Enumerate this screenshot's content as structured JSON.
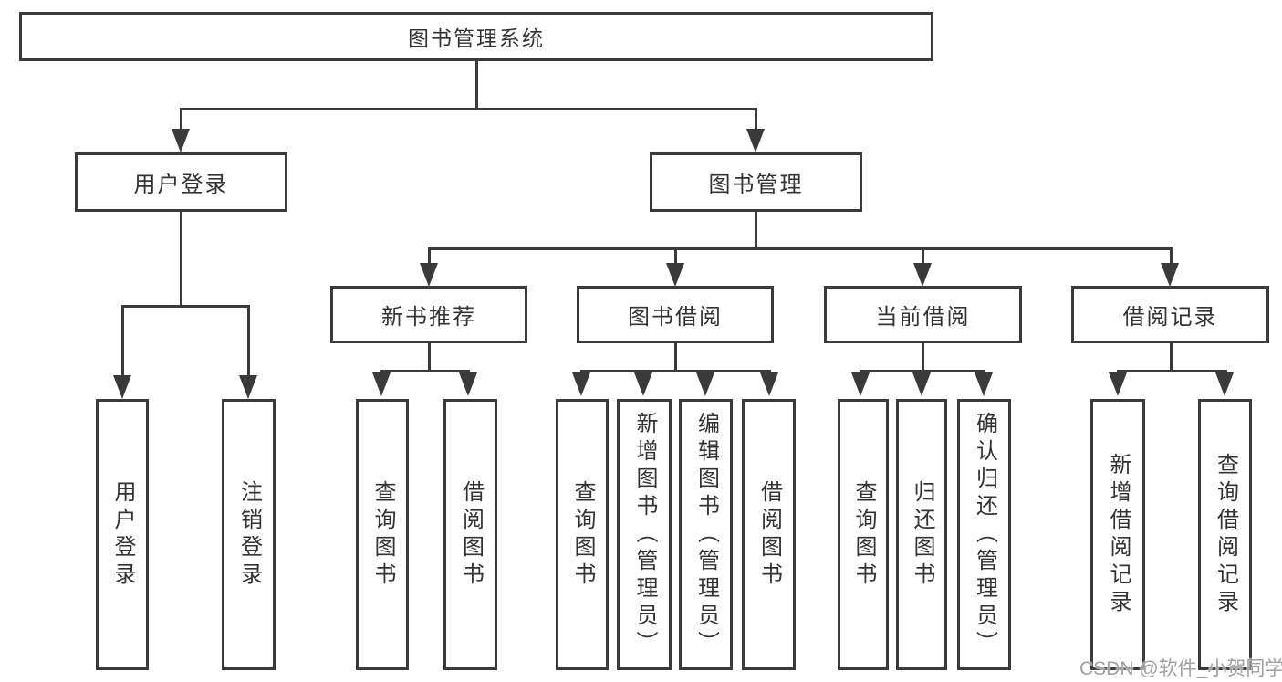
{
  "diagram": {
    "root": {
      "label": "图书管理系统"
    },
    "level2": [
      {
        "label": "用户登录"
      },
      {
        "label": "图书管理"
      }
    ],
    "level3": [
      {
        "label": "新书推荐"
      },
      {
        "label": "图书借阅"
      },
      {
        "label": "当前借阅"
      },
      {
        "label": "借阅记录"
      }
    ],
    "leaves": [
      {
        "label": "用户登录"
      },
      {
        "label": "注销登录"
      },
      {
        "label": "查询图书"
      },
      {
        "label": "借阅图书"
      },
      {
        "label": "查询图书"
      },
      {
        "label": "新增图书（管理员）"
      },
      {
        "label": "编辑图书（管理员）"
      },
      {
        "label": "借阅图书"
      },
      {
        "label": "查询图书"
      },
      {
        "label": "归还图书"
      },
      {
        "label": "确认归还（管理员）"
      },
      {
        "label": "新增借阅记录"
      },
      {
        "label": "查询借阅记录"
      }
    ],
    "watermark": "CSDN @软件_小贺同学",
    "colors": {
      "line": "#3a3a3a",
      "text": "#333333",
      "watermark": "#a0a0a5",
      "background": "#ffffff"
    }
  }
}
